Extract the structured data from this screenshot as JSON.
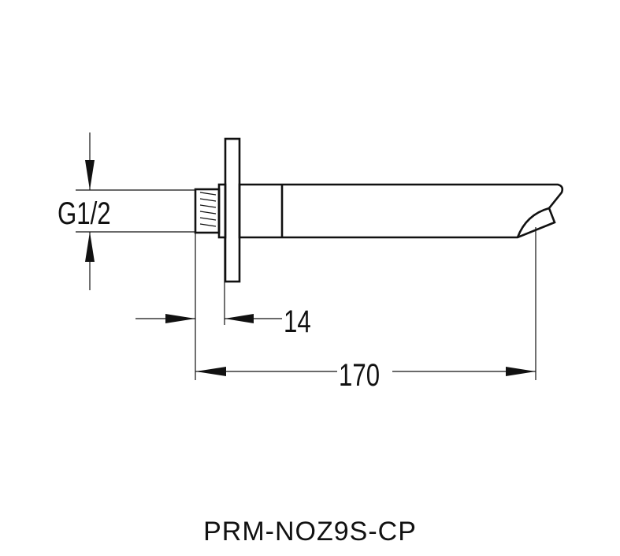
{
  "drawing": {
    "thread_label": "G1/2",
    "dim_flange": "14",
    "dim_length": "170"
  },
  "caption": {
    "model_code": "PRM-NOZ9S-CP"
  }
}
